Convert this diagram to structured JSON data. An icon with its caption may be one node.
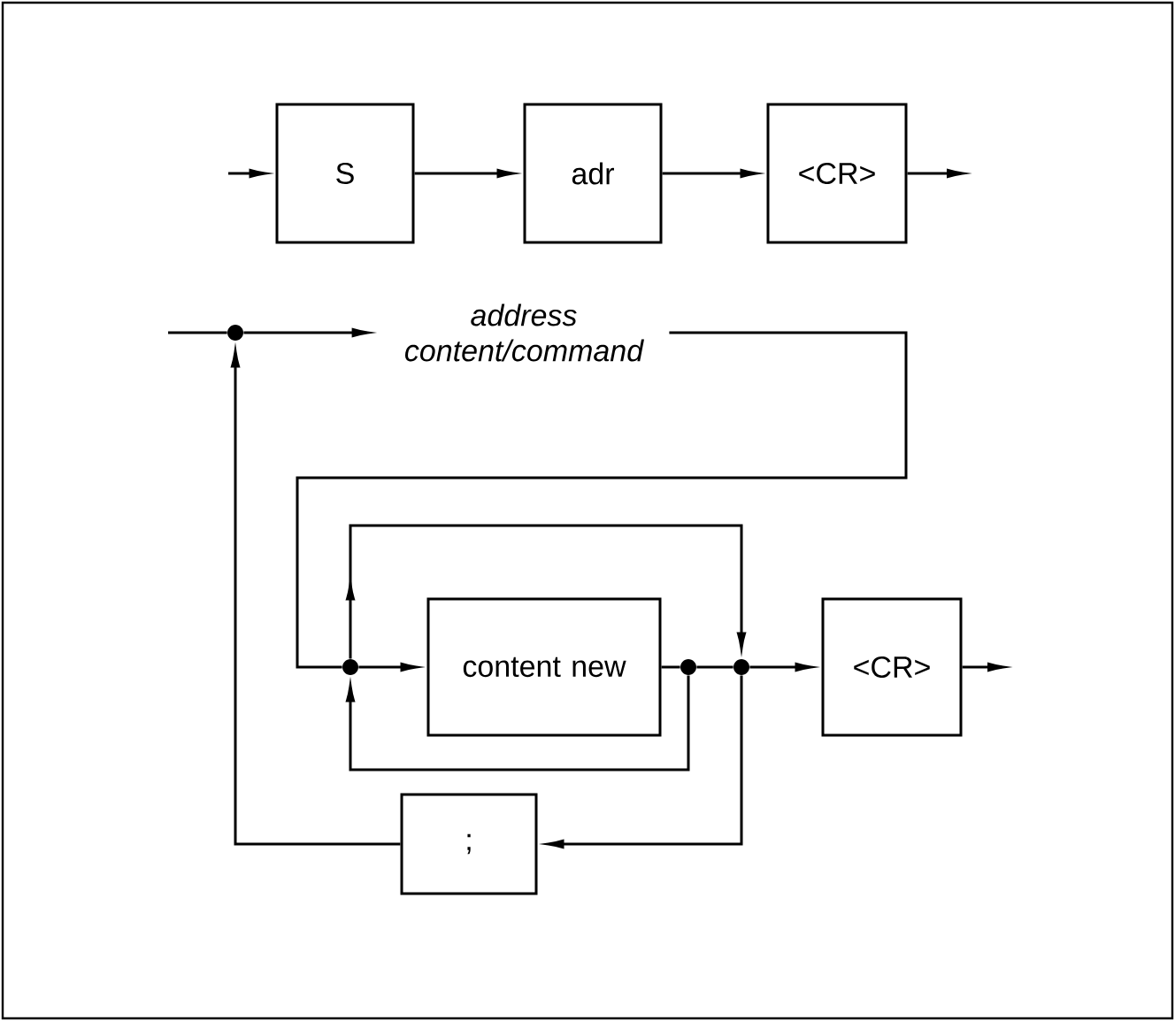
{
  "diagram": {
    "nodes": [
      {
        "text": [
          "S"
        ]
      },
      {
        "text": [
          "adr"
        ]
      },
      {
        "text": [
          "<CR>"
        ]
      },
      {
        "text": [],
        "shape": "circle"
      },
      {
        "text": [
          "address content/command"
        ]
      },
      {
        "text": [],
        "shape": "circle"
      },
      {
        "text": [
          "content new"
        ]
      },
      {
        "text": [],
        "shape": "circle"
      },
      {
        "text": [],
        "shape": "circle"
      },
      {
        "text": [
          "<CR>"
        ]
      },
      {
        "text": [
          ";"
        ]
      }
    ],
    "edges": [
      {
        "from": null,
        "to": 0,
        "arrow": "to"
      },
      {
        "from": 0,
        "to": 1,
        "arrow": "to"
      },
      {
        "from": 1,
        "to": 2,
        "arrow": "to"
      },
      {
        "from": 2,
        "to": null,
        "arrow": "to"
      },
      {
        "from": null,
        "to": 3,
        "arrow": "none"
      },
      {
        "from": 3,
        "to": 4,
        "arrow": "to"
      },
      {
        "from": 4,
        "to": 5,
        "arrow": "none"
      },
      {
        "from": 5,
        "to": 6,
        "arrow": "to"
      },
      {
        "from": 6,
        "to": 7,
        "arrow": "none"
      },
      {
        "from": 7,
        "to": 5,
        "arrow": "to"
      },
      {
        "from": 5,
        "to": 8,
        "arrow": "to"
      },
      {
        "from": 7,
        "to": 8,
        "arrow": "none"
      },
      {
        "from": 8,
        "to": 9,
        "arrow": "to"
      },
      {
        "from": 9,
        "to": null,
        "arrow": "to"
      },
      {
        "from": 8,
        "to": 10,
        "arrow": "to"
      },
      {
        "from": 10,
        "to": 3,
        "arrow": "to"
      }
    ]
  }
}
